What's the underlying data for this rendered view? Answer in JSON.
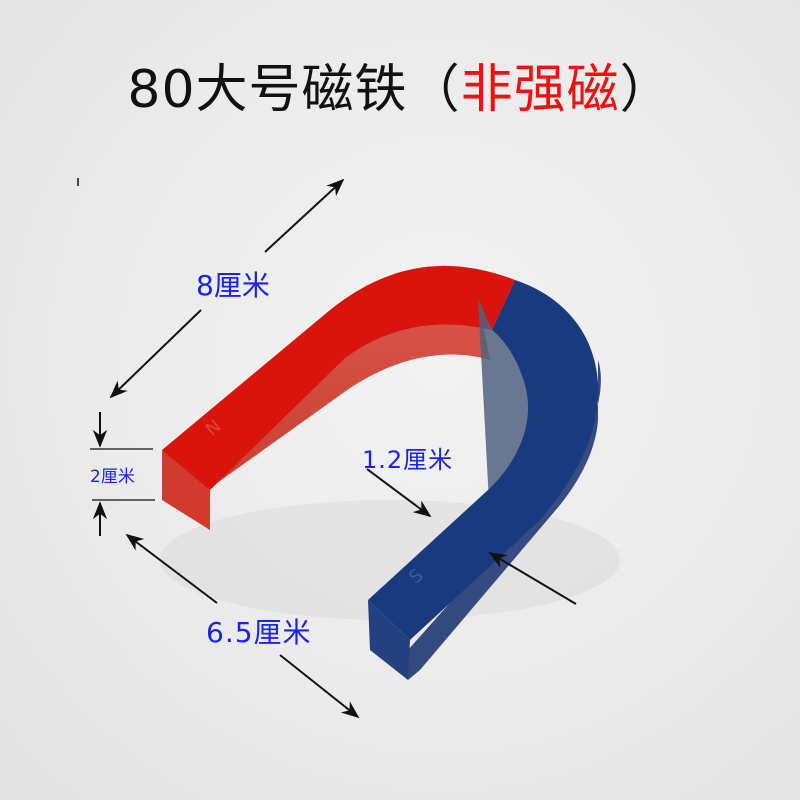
{
  "title": {
    "main": "80大号磁铁",
    "paren_open": "（",
    "accent": "非强磁",
    "paren_close": "）",
    "accent_color": "#ee1111"
  },
  "product": {
    "type": "horseshoe magnet",
    "north_pole_color": "#d8140c",
    "south_pole_color": "#1a3a80",
    "north_marking": "N",
    "south_marking": "S"
  },
  "dimensions": {
    "length_label": "8厘米",
    "height_label": "2厘米",
    "width_label": "1.2厘米",
    "span_label": "6.5厘米",
    "label_color": "#1a22f0"
  }
}
